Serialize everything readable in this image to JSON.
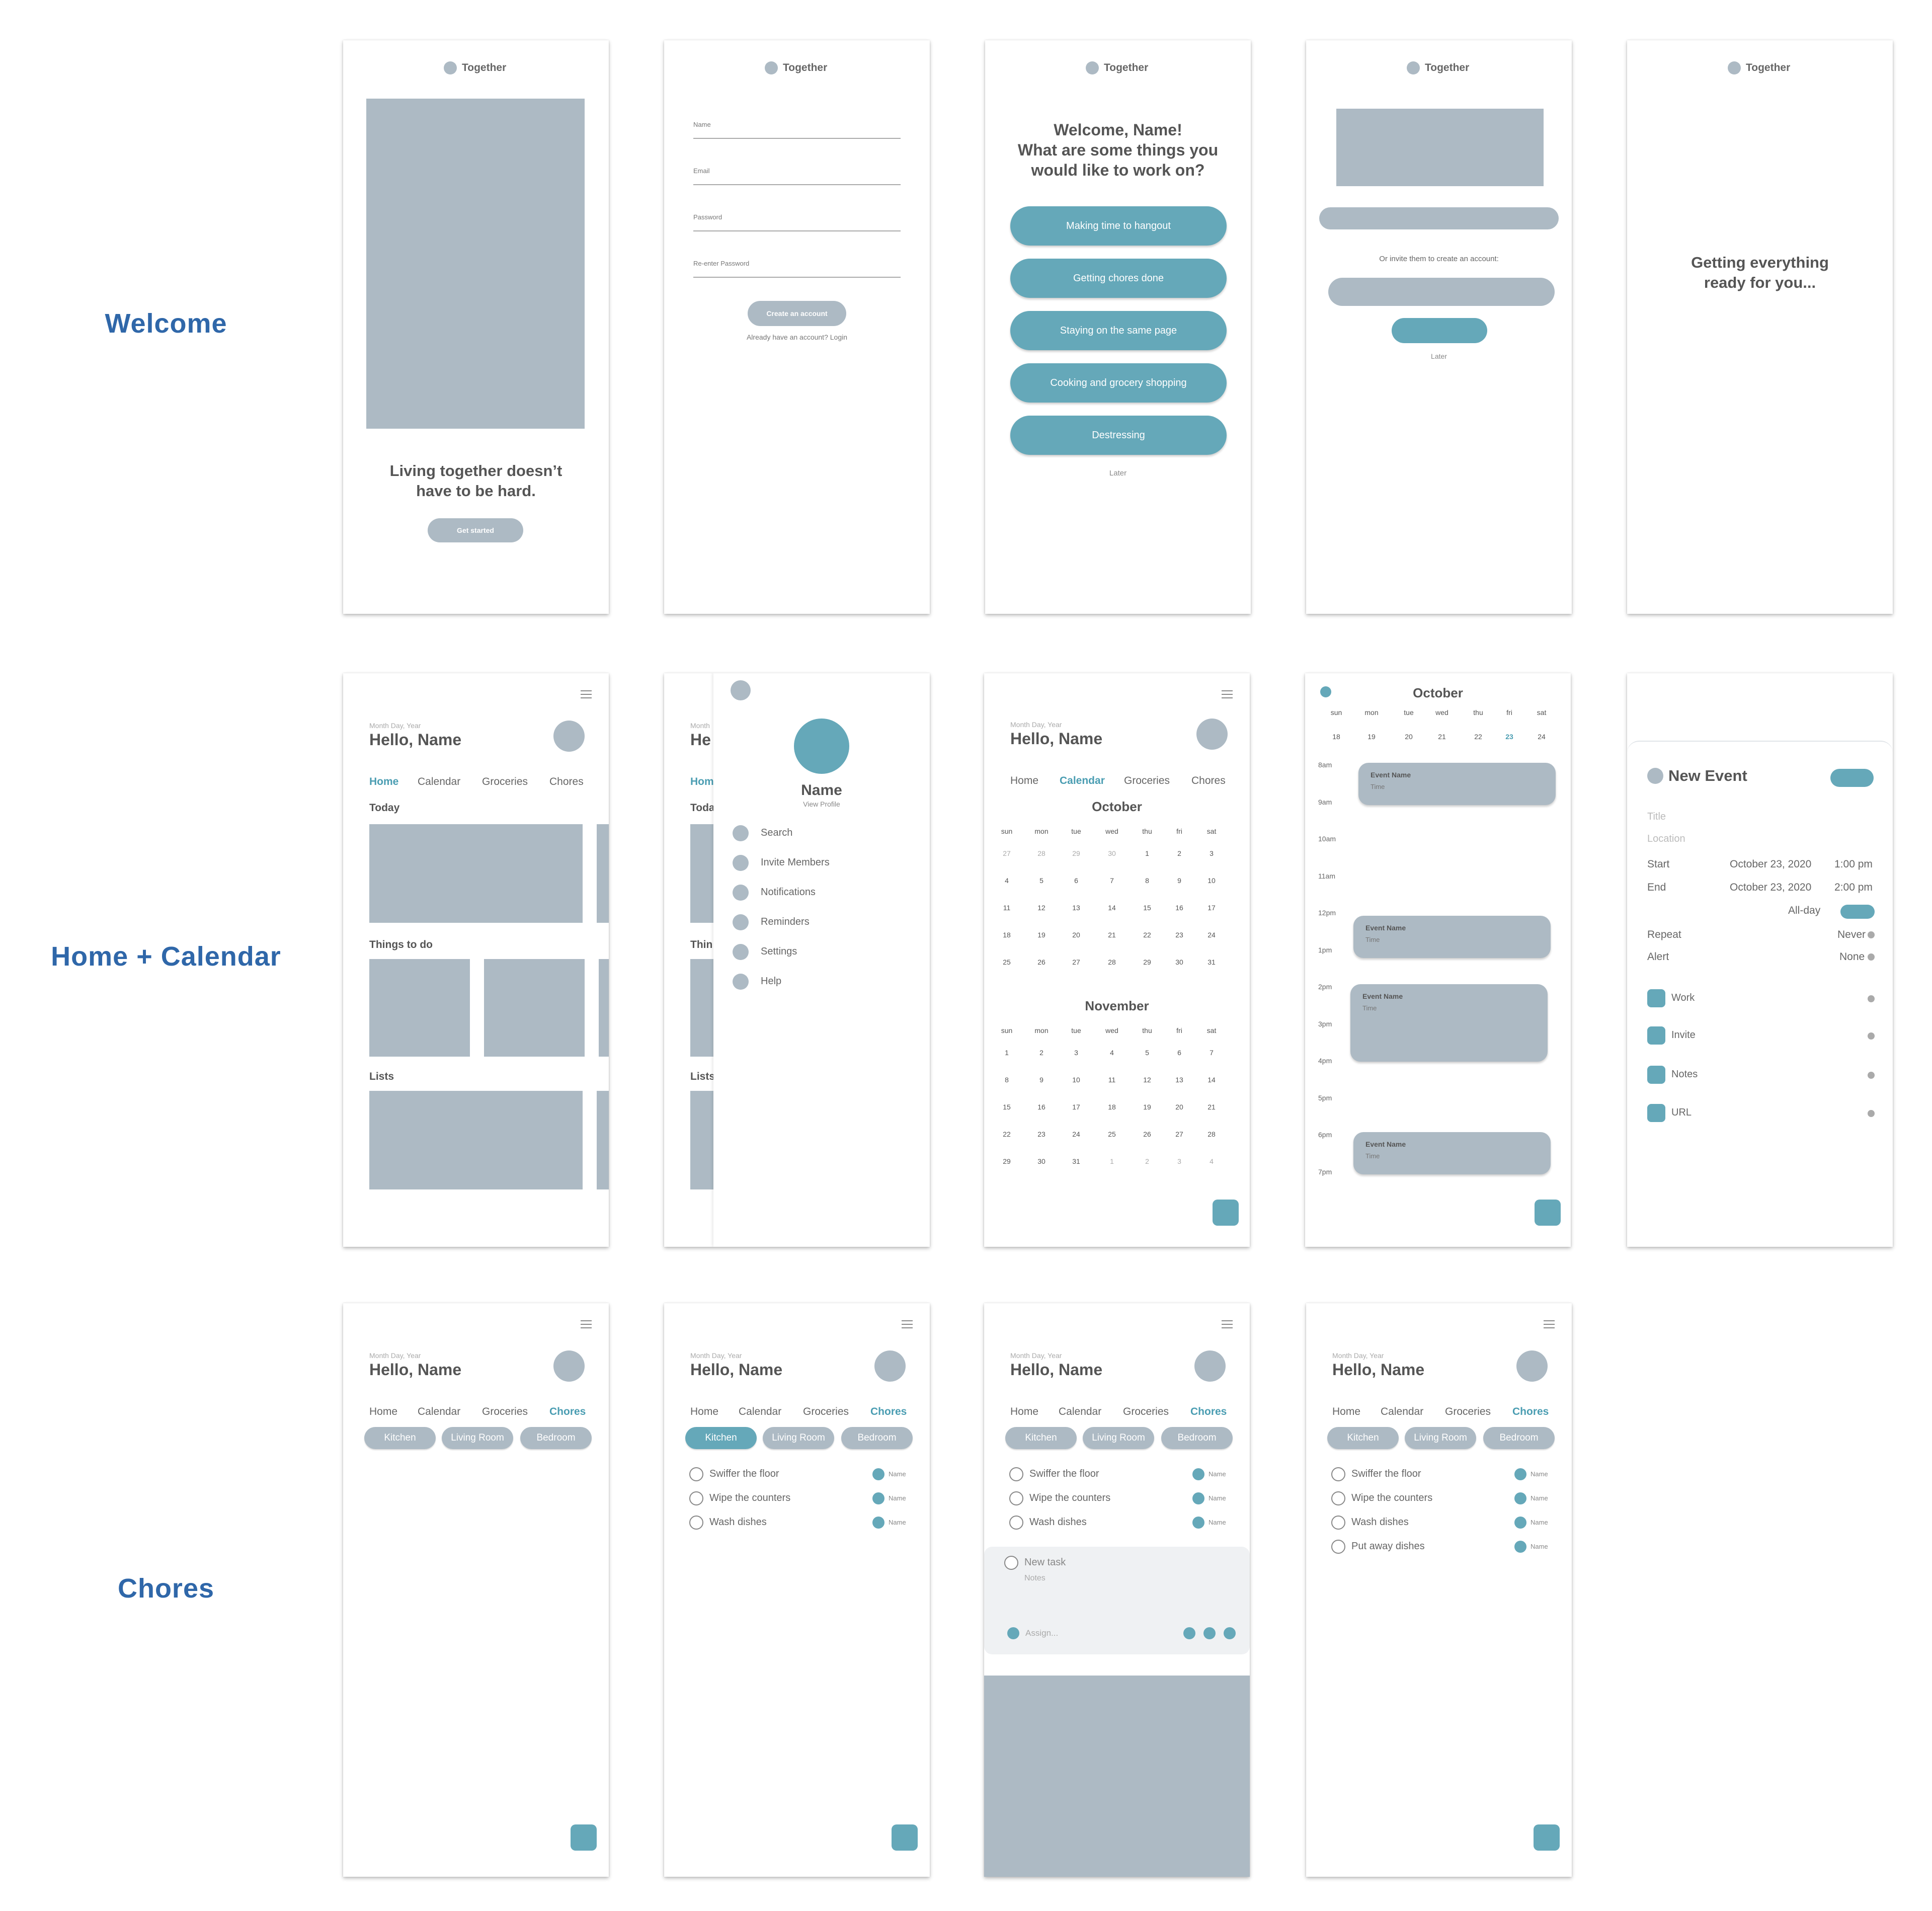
{
  "sections": [
    "Welcome",
    "Home + Calendar",
    "Chores"
  ],
  "brand": "Together",
  "s1": {
    "headline_1": "Living together doesn’t",
    "headline_2": "have to be hard.",
    "cta": "Get started"
  },
  "s2": {
    "fields": [
      "Name",
      "Email",
      "Password",
      "Re-enter Password"
    ],
    "cta": "Create an account",
    "login": "Already have an account? Login"
  },
  "s3": {
    "title": [
      "Welcome, Name!",
      "What are some things you",
      "would like to work on?"
    ],
    "options": [
      "Making time to hangout",
      "Getting chores done",
      "Staying on the same page",
      "Cooking and grocery shopping",
      "Destressing"
    ],
    "later": "Later"
  },
  "s4": {
    "invite_text": "Or invite them to create an account:",
    "later": "Later"
  },
  "s5": {
    "loading": [
      "Getting everything",
      "ready for you..."
    ]
  },
  "header": {
    "date": "Month Day, Year",
    "hello": "Hello, Name",
    "tabs": [
      "Home",
      "Calendar",
      "Groceries",
      "Chores"
    ]
  },
  "home": {
    "today": "Today",
    "things": "Things to do",
    "lists": "Lists"
  },
  "menu": {
    "name": "Name",
    "view_profile": "View Profile",
    "items": [
      "Search",
      "Invite Members",
      "Notifications",
      "Reminders",
      "Settings",
      "Help"
    ],
    "bg_date": "Month",
    "bg_hello": "He",
    "bg_home": "Hom",
    "bg_today": "Toda",
    "bg_things": "Thin",
    "bg_lists": "Lists"
  },
  "calendar": {
    "weekdays": [
      "sun",
      "mon",
      "tue",
      "wed",
      "thu",
      "fri",
      "sat"
    ],
    "october": {
      "title": "October",
      "rows": [
        [
          "27",
          "28",
          "29",
          "30",
          "1",
          "2",
          "3"
        ],
        [
          "4",
          "5",
          "6",
          "7",
          "8",
          "9",
          "10"
        ],
        [
          "11",
          "12",
          "13",
          "14",
          "15",
          "16",
          "17"
        ],
        [
          "18",
          "19",
          "20",
          "21",
          "22",
          "23",
          "24"
        ],
        [
          "25",
          "26",
          "27",
          "28",
          "29",
          "30",
          "31"
        ]
      ]
    },
    "november": {
      "title": "November",
      "rows": [
        [
          "1",
          "2",
          "3",
          "4",
          "5",
          "6",
          "7"
        ],
        [
          "8",
          "9",
          "10",
          "11",
          "12",
          "13",
          "14"
        ],
        [
          "15",
          "16",
          "17",
          "18",
          "19",
          "20",
          "21"
        ],
        [
          "22",
          "23",
          "24",
          "25",
          "26",
          "27",
          "28"
        ],
        [
          "29",
          "30",
          "31",
          "1",
          "2",
          "3",
          "4"
        ]
      ]
    }
  },
  "day": {
    "month": "October",
    "week": [
      "18",
      "19",
      "20",
      "21",
      "22",
      "23",
      "24"
    ],
    "times": [
      "8am",
      "9am",
      "10am",
      "11am",
      "12pm",
      "1pm",
      "2pm",
      "3pm",
      "4pm",
      "5pm",
      "6pm",
      "7pm"
    ],
    "event_name": "Event Name",
    "event_time": "Time"
  },
  "new_event": {
    "title": "New Event",
    "title_ph": "Title",
    "location_ph": "Location",
    "start_label": "Start",
    "start_date": "October 23, 2020",
    "start_time": "1:00 pm",
    "end_label": "End",
    "end_date": "October 23, 2020",
    "end_time": "2:00 pm",
    "allday": "All-day",
    "repeat_label": "Repeat",
    "repeat_value": "Never",
    "alert_label": "Alert",
    "alert_value": "None",
    "options": [
      "Work",
      "Invite",
      "Notes",
      "URL"
    ]
  },
  "chores": {
    "rooms": [
      "Kitchen",
      "Living Room",
      "Bedroom"
    ],
    "tasks": [
      "Swiffer the floor",
      "Wipe the counters",
      "Wash dishes",
      "Put away dishes"
    ],
    "assignee": "Name",
    "new_task": "New task",
    "notes_ph": "Notes",
    "assign_ph": "Assign..."
  },
  "colors": {
    "accent": "#65a8b9",
    "placeholder": "#adbac4",
    "section": "#2f67a9"
  }
}
